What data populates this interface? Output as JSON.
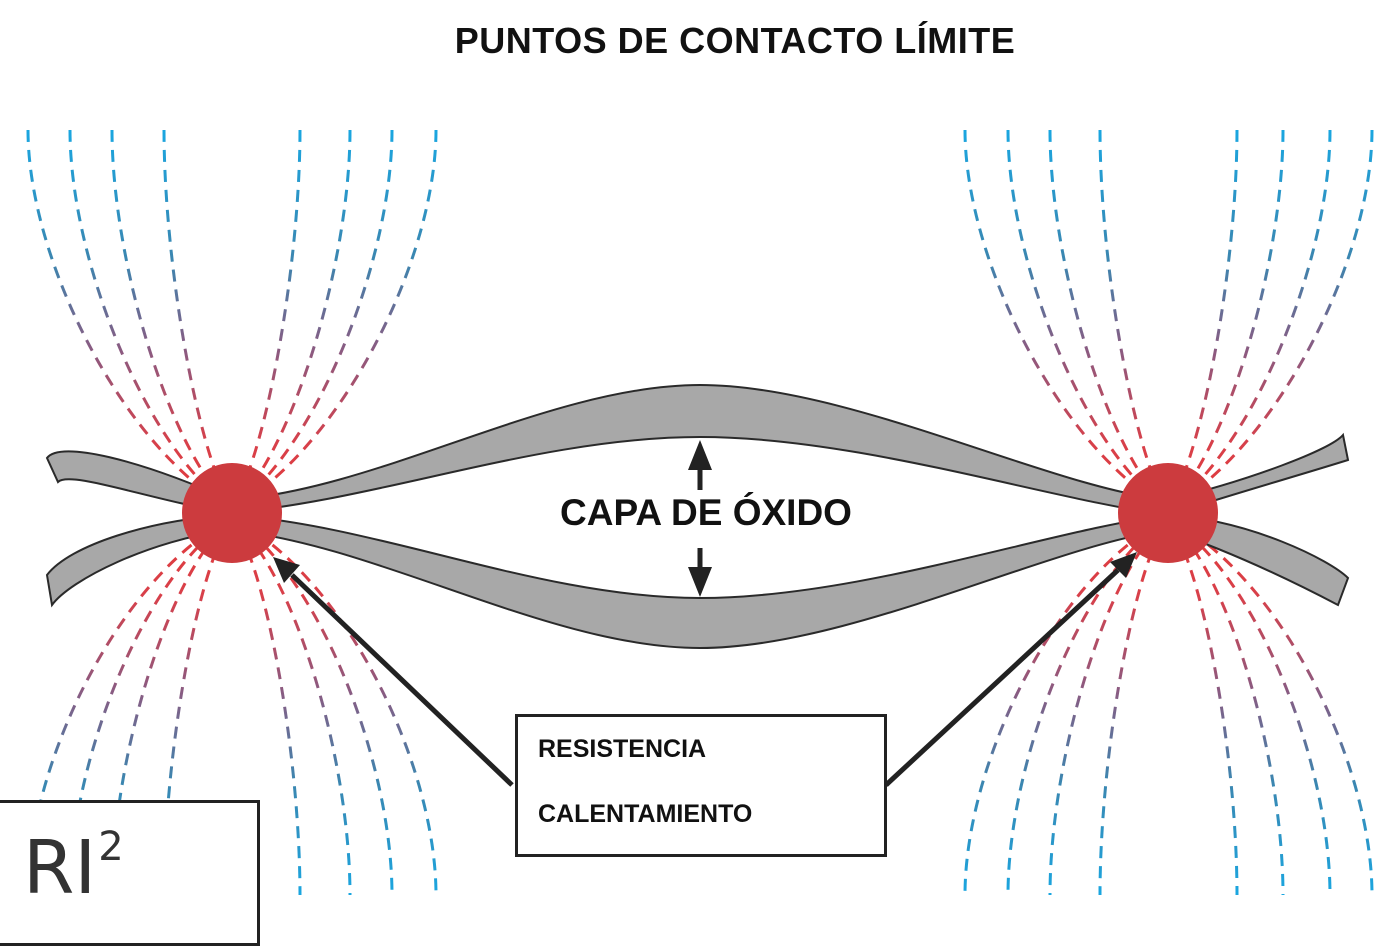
{
  "title": "PUNTOS DE CONTACTO LÍMITE",
  "center_label": "CAPA DE ÓXIDO",
  "info_box": {
    "line1": "RESISTENCIA",
    "line2": "CALENTAMIENTO"
  },
  "formula": {
    "base": "RI",
    "exponent": "2"
  },
  "colors": {
    "contact_point": "#cc3b3e",
    "surface": "#a8a8a8",
    "field_far": "#1aa6e0",
    "field_near": "#e23a3a",
    "ink": "#222222"
  }
}
